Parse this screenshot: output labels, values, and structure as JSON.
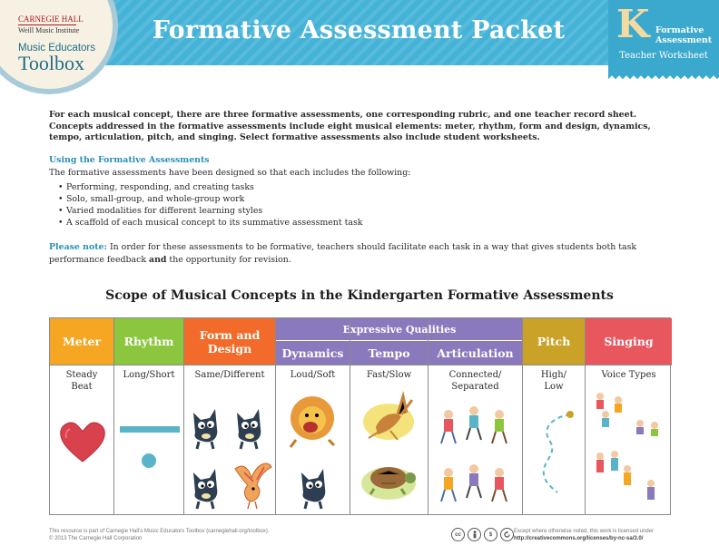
{
  "header": {
    "title": "Formative Assessment Packet",
    "logo": {
      "carnegie_hall": "CARNEGIE HALL",
      "institute": "Weill Music Institute",
      "music_educators": "Music Educators",
      "toolbox": "Toolbox"
    },
    "badge": {
      "grade": "K",
      "label_line1": "Formative",
      "label_line2": "Assessment",
      "subtitle": "Teacher Worksheet"
    }
  },
  "intro": {
    "text": "For each musical concept, there are three formative assessments, one corresponding rubric, and one teacher record sheet. Concepts addressed in the formative assessments include eight musical elements: meter, rhythm, form and design, dynamics, tempo, articulation, pitch, and singing. Select formative assessments also include student worksheets."
  },
  "using": {
    "heading": "Using the Formative Assessments",
    "lead": "The formative assessments have been designed so that each includes the following:",
    "bullets": [
      "Performing, responding, and creating tasks",
      "Solo, small-group, and whole-group work",
      "Varied modalities for different learning styles",
      "A scaffold of each musical concept to its summative assessment task"
    ]
  },
  "note": {
    "label": "Please note:",
    "text_before": " In order for these assessments to be formative, teachers should facilitate each task in a way that gives students both task performance feedback ",
    "emphasis": "and",
    "text_after": " the opportunity for revision."
  },
  "scope": {
    "title": "Scope of Musical Concepts in the Kindergarten Formative Assessments",
    "group_label": "Expressive Qualities",
    "columns": [
      {
        "header": "Meter",
        "sublabel_line1": "Steady",
        "sublabel_line2": "Beat",
        "color": "#f5a623"
      },
      {
        "header": "Rhythm",
        "sublabel_line1": "Long/Short",
        "sublabel_line2": "",
        "color": "#8cc63f"
      },
      {
        "header_line1": "Form and",
        "header_line2": "Design",
        "sublabel_line1": "Same/Different",
        "sublabel_line2": "",
        "color": "#f26b2a"
      },
      {
        "header": "Dynamics",
        "sublabel_line1": "Loud/Soft",
        "sublabel_line2": "",
        "color": "#8b79bd"
      },
      {
        "header": "Tempo",
        "sublabel_line1": "Fast/Slow",
        "sublabel_line2": "",
        "color": "#8b79bd"
      },
      {
        "header": "Articulation",
        "sublabel_line1": "Connected/",
        "sublabel_line2": "Separated",
        "color": "#8b79bd"
      },
      {
        "header": "Pitch",
        "sublabel_line1": "High/",
        "sublabel_line2": "Low",
        "color": "#c9a227"
      },
      {
        "header": "Singing",
        "sublabel_line1": "Voice Types",
        "sublabel_line2": "",
        "color": "#e8565e"
      }
    ]
  },
  "footer": {
    "left_line1": "This resource is part of Carnegie Hall’s Music Educators Toolbox (carnegiehall.org/toolbox).",
    "left_line2": "© 2013 The Carnegie Hall Corporation",
    "right_line1": "Except where otherwise noted, this work is licensed under",
    "right_line2": "http://creativecommons.org/licenses/by-nc-sa/3.0/",
    "cc_icons": [
      "cc-icon",
      "by-icon",
      "nc-icon",
      "sa-icon"
    ]
  }
}
